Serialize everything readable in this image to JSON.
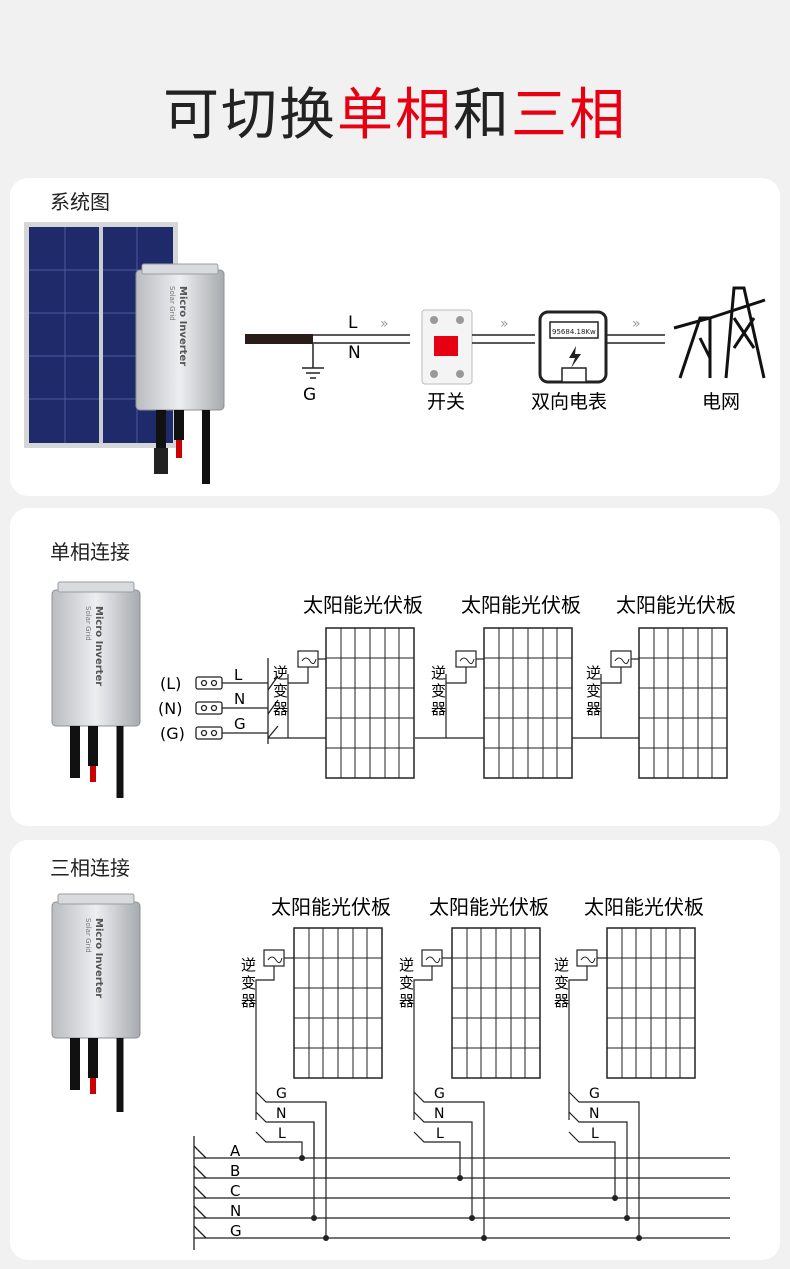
{
  "title": {
    "part1": "可切换",
    "part2": "单相",
    "part3": "和",
    "part4": "三相"
  },
  "device": {
    "brand": "Solar Grid",
    "model": "Micro Inverter"
  },
  "system": {
    "label": "系统图",
    "line_l": "L",
    "line_n": "N",
    "ground": "G",
    "switch_label": "开关",
    "meter_label": "双向电表",
    "meter_reading": "95684.18Kw",
    "grid_label": "电网"
  },
  "single_phase": {
    "label": "单相连接",
    "terminals": [
      "(L)",
      "(N)",
      "(G)"
    ],
    "wires": [
      "L",
      "N",
      "G"
    ],
    "panel_label": "太阳能光伏板",
    "inverter_label": "逆变器"
  },
  "three_phase": {
    "label": "三相连接",
    "panel_label": "太阳能光伏板",
    "inverter_label": "逆变器",
    "drops": [
      "G",
      "N",
      "L"
    ],
    "bus": [
      "A",
      "B",
      "C",
      "N",
      "G"
    ]
  },
  "colors": {
    "accent": "#e60012",
    "panel_blue": "#1f2a6b",
    "line": "#222222"
  }
}
